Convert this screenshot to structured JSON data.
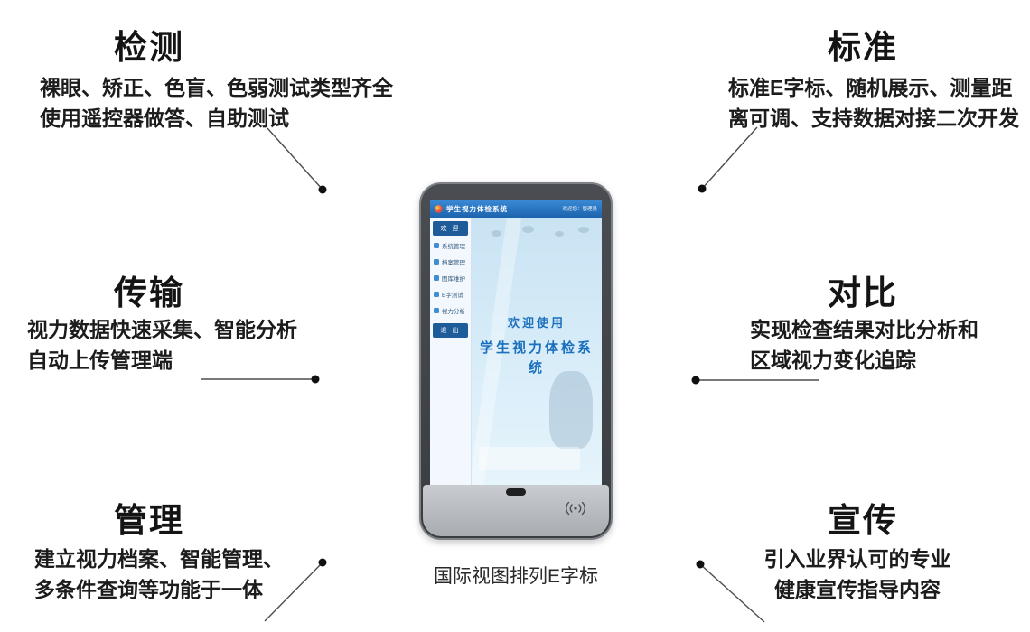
{
  "features": {
    "detect": {
      "title": "检测",
      "line1": "裸眼、矫正、色盲、色弱测试类型齐全",
      "line2": "使用遥控器做答、自助测试"
    },
    "standard": {
      "title": "标准",
      "line1": "标准E字标、随机展示、测量距",
      "line2": "离可调、支持数据对接二次开发"
    },
    "transfer": {
      "title": "传输",
      "line1": "视力数据快速采集、智能分析",
      "line2": "自动上传管理端"
    },
    "compare": {
      "title": "对比",
      "line1": "实现检查结果对比分析和",
      "line2": "区域视力变化追踪"
    },
    "manage": {
      "title": "管理",
      "line1": "建立视力档案、智能管理、",
      "line2": "多条件查询等功能于一体"
    },
    "promote": {
      "title": "宣传",
      "line1": "引入业界认可的专业",
      "line2": "健康宣传指导内容"
    }
  },
  "device": {
    "screen": {
      "header": {
        "title": "学生视力体检系统",
        "right": "欢迎您：管理员"
      },
      "sidebar": {
        "welcome": "欢 迎",
        "items": [
          "系统管理",
          "档案管理",
          "图库维护",
          "E字测试",
          "视力分析"
        ],
        "exit": "退 出"
      },
      "main": {
        "welcome": "欢迎使用",
        "system_name": "学生视力体检系统"
      }
    },
    "caption": "国际视图排列E字标"
  },
  "colors": {
    "accent_blue": "#1a70bd",
    "header_blue": "#1c64ad",
    "connector": "#4d4d4d",
    "dot": "#101010"
  }
}
